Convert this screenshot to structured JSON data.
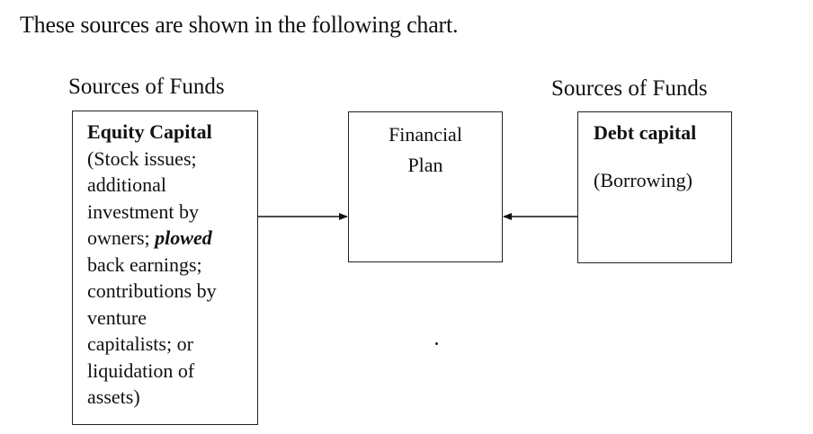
{
  "intro": "These sources are shown in the following chart.",
  "left_heading": "Sources of Funds",
  "right_heading": "Sources of Funds",
  "equity_box": {
    "title": "Equity Capital",
    "lines": [
      "(Stock issues;",
      "additional",
      "investment by"
    ],
    "owners_prefix": "owners; ",
    "owners_emphasis": "plowed",
    "rest_lines": [
      "back earnings;",
      "contributions by",
      "venture",
      "capitalists; or",
      "liquidation of",
      "assets)"
    ]
  },
  "center_box": {
    "line1": "Financial",
    "line2": "Plan"
  },
  "debt_box": {
    "title": "Debt capital",
    "subtitle": "(Borrowing)"
  }
}
